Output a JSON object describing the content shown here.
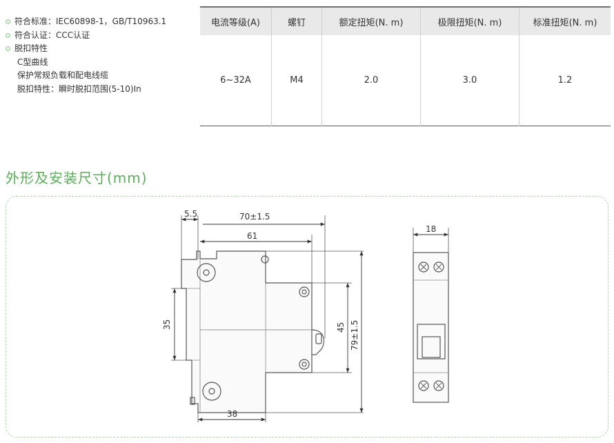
{
  "specs": {
    "standard": "符合标准：IEC60898-1，GB/T10963.1",
    "certification": "符合认证：CCC认证",
    "trip_title": "脱扣特性",
    "curve": "C型曲线",
    "protection": "保护常规负载和配电线缆",
    "trip_range": "脱扣特性：瞬时脱扣范围(5-10)In"
  },
  "table": {
    "headers": [
      "电流等级(A)",
      "螺钉",
      "额定扭矩(N. m)",
      "极限扭矩(N. m)",
      "标准扭矩(N. m)"
    ],
    "row": [
      "6~32A",
      "M4",
      "2.0",
      "3.0",
      "1.2"
    ]
  },
  "section_title": "外形及安装尺寸(mm)",
  "dimensions": {
    "d5_5": "5.5",
    "d70": "70±1.5",
    "d61": "61",
    "d35": "35",
    "d45": "45",
    "d79": "79±1.5",
    "d38": "38",
    "d18": "18"
  },
  "colors": {
    "accent_green": "#5aae5a",
    "header_gray": "#e9e9e9"
  }
}
